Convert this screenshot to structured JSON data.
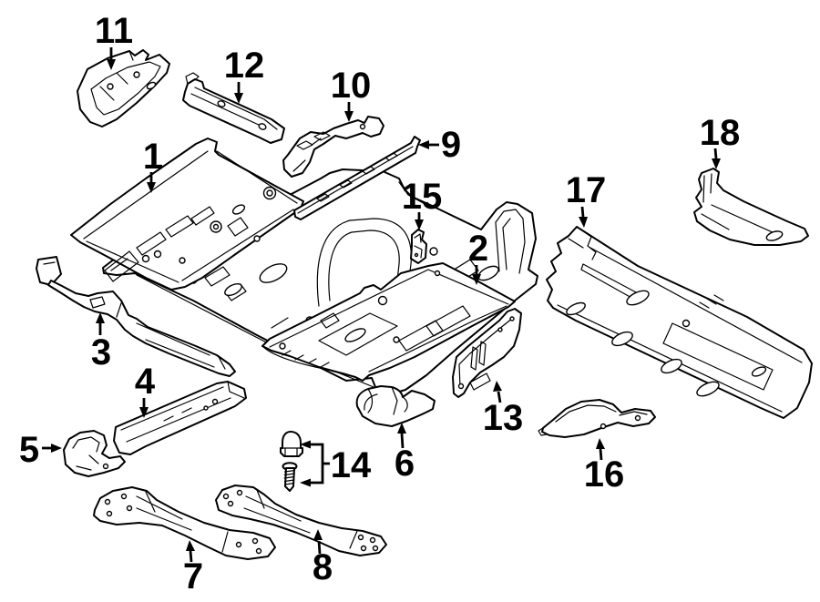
{
  "diagram": {
    "kind": "exploded-parts-diagram",
    "background_color": "#ffffff",
    "line_color": "#000000",
    "label_color": "#000000",
    "callouts": [
      {
        "label": "1"
      },
      {
        "label": "2"
      },
      {
        "label": "3"
      },
      {
        "label": "4"
      },
      {
        "label": "5"
      },
      {
        "label": "6"
      },
      {
        "label": "7"
      },
      {
        "label": "8"
      },
      {
        "label": "9"
      },
      {
        "label": "10"
      },
      {
        "label": "11"
      },
      {
        "label": "12"
      },
      {
        "label": "13"
      },
      {
        "label": "14"
      },
      {
        "label": "15"
      },
      {
        "label": "16"
      },
      {
        "label": "17"
      },
      {
        "label": "18"
      }
    ]
  }
}
